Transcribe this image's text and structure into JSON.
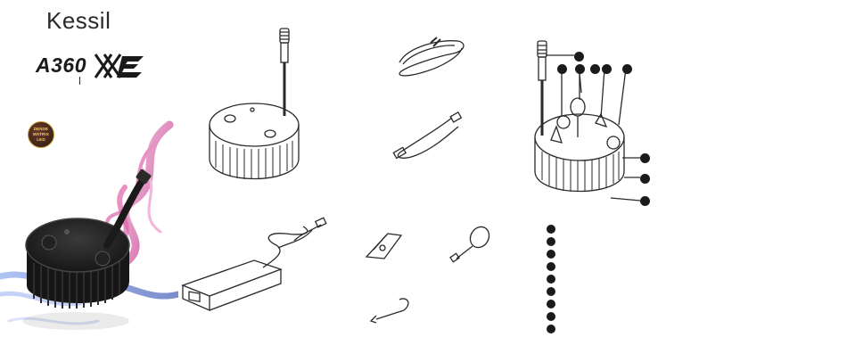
{
  "brand": {
    "name": "Kessil",
    "model": "A360",
    "badge_lines": [
      "DENSE",
      "MATRIX",
      "LED"
    ]
  },
  "items": {
    "light_unit": "A360X light unit",
    "power_cord": "power cord",
    "extension_cable": "extension cable",
    "power_adapter": "power adapter",
    "mounting_bracket": "mounting bracket",
    "hanging_loop": "hanging loop",
    "hook": "hook"
  },
  "colors": {
    "ink": "#1b1b1b",
    "smoke_magenta": "#d8479a",
    "smoke_blue": "#5f79d6",
    "badge_gold": "#caa03a"
  },
  "icons": [
    "kessil-logo-wordmark",
    "xr-logo-icon",
    "dense-matrix-led-badge-icon"
  ]
}
